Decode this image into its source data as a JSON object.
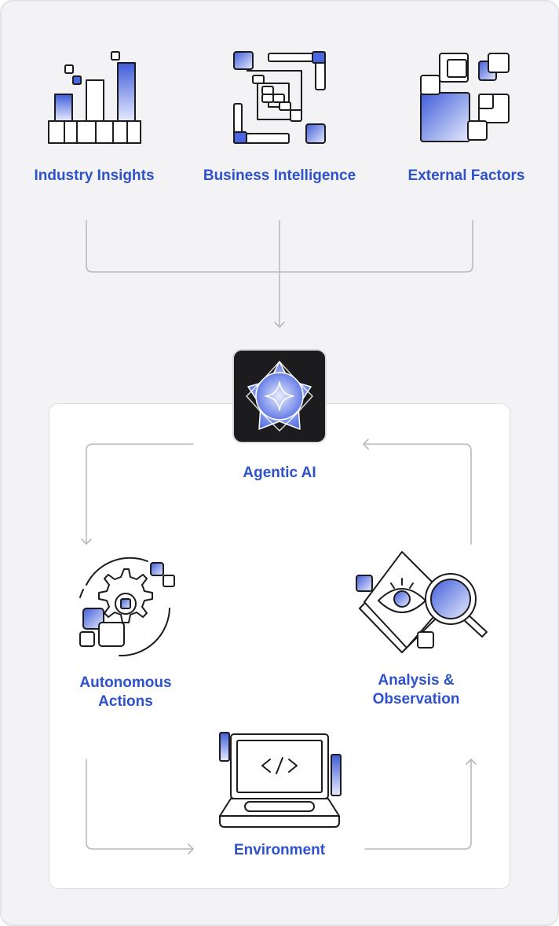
{
  "sources": [
    {
      "id": "industry",
      "label": "Industry Insights",
      "icon": "bar-chart-icon"
    },
    {
      "id": "business",
      "label": "Business Intelligence",
      "icon": "maze-blocks-icon"
    },
    {
      "id": "external",
      "label": "External Factors",
      "icon": "stacked-squares-icon"
    }
  ],
  "core": {
    "label": "Agentic AI",
    "icon": "sparkle-star-icon"
  },
  "cycle": {
    "actions": {
      "label_line1": "Autonomous",
      "label_line2": "Actions",
      "icon": "gear-icon"
    },
    "analysis": {
      "label_line1": "Analysis &",
      "label_line2": "Observation",
      "icon": "magnifier-icon"
    },
    "environment": {
      "label": "Environment",
      "icon": "laptop-code-icon"
    }
  },
  "colors": {
    "accent": "#2e52cc",
    "connector": "#b8b8be",
    "outline": "#1c1c1e",
    "gradient_start": "#3f5cd9",
    "gradient_end": "#e7ebfd"
  }
}
